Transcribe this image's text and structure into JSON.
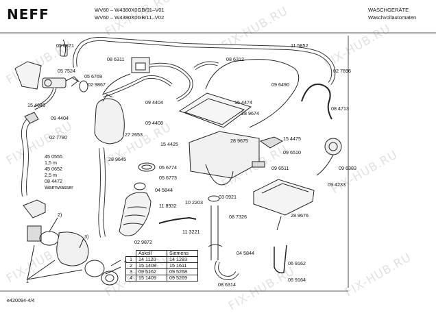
{
  "header": {
    "brand": "NEFF",
    "model_line1": "WV60 – W4380X0GB/01–V01",
    "model_line2": "WV60 – W4380X0GB/11–V02",
    "category_line1": "WASCHGERÄTE",
    "category_line2": "Waschvollautomaten"
  },
  "watermark": "FIX-HUB.RU",
  "part_labels": [
    "05 0871",
    "05 7524",
    "05 6769",
    "08 6311",
    "02 9867",
    "08 6312",
    "11 5852",
    "02 7696",
    "15 4645",
    "09 4404",
    "09 4404",
    "09 4408",
    "15 4474",
    "09 6490",
    "08 4713",
    "28 9674",
    "27 2653",
    "15 4425",
    "28 9675",
    "15 4475",
    "02 7780",
    "28 9645",
    "05 6774",
    "09 6510",
    "09 6511",
    "09 6383",
    "45 0555",
    "1,5 m",
    "45 0652",
    "2,5 m",
    "08 4472",
    "Warmwasser",
    "05 6773",
    "04 5844",
    "09 4233",
    "03 0921",
    "11 8932",
    "10 2203",
    "28 9676",
    "08 7326",
    "11 3221",
    "02 9872",
    "04 5844",
    "06 9162",
    "08 6314",
    "06 9164"
  ],
  "callouts": [
    "2)",
    "3)",
    "4",
    "1"
  ],
  "table": {
    "headers": [
      "Askoll",
      "Siemens"
    ],
    "rows": [
      {
        "n": "1",
        "askoll": "14 1120",
        "siemens": "14 1283"
      },
      {
        "n": "2",
        "askoll": "15 1408",
        "siemens": "15 1611"
      },
      {
        "n": "3",
        "askoll": "09 5162",
        "siemens": "09 5268"
      },
      {
        "n": "4",
        "askoll": "15 1409",
        "siemens": "09 5269"
      }
    ]
  },
  "footer": "e420094-4/4"
}
